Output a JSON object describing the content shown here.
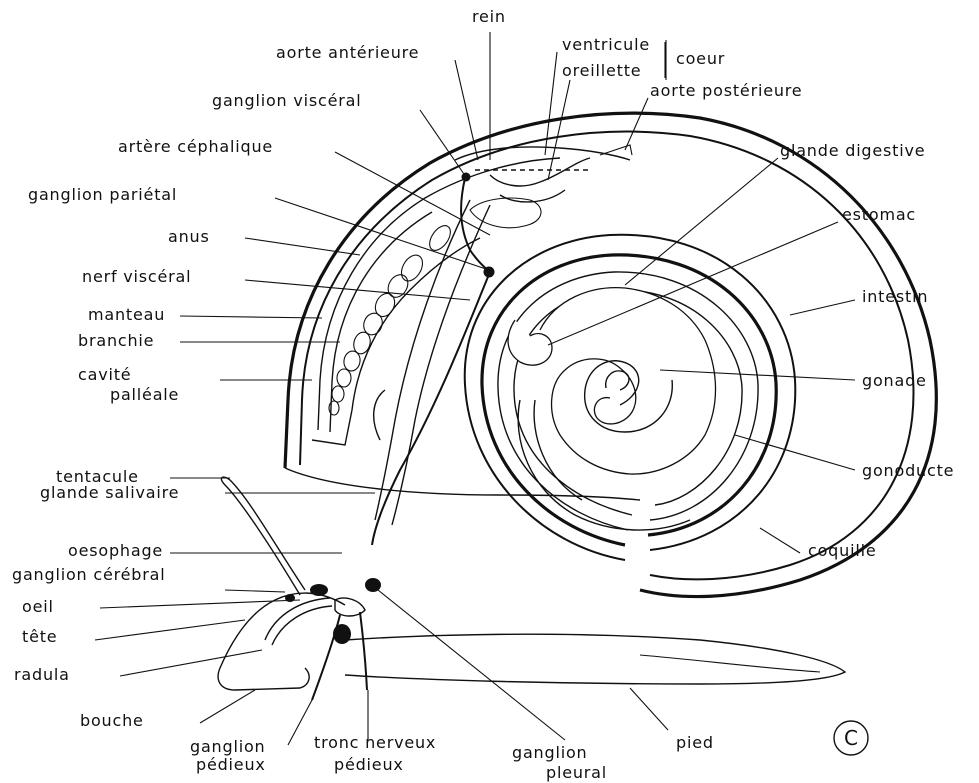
{
  "labels": {
    "rein": "rein",
    "aorte_anterieure": "aorte antérieure",
    "ventricule": "ventricule",
    "oreillette": "oreillette",
    "coeur": "coeur",
    "aorte_posterieure": "aorte postérieure",
    "ganglion_visceral": "ganglion viscéral",
    "artere_cephalique": "artère céphalique",
    "glande_digestive": "glande digestive",
    "ganglion_parietal": "ganglion pariétal",
    "estomac": "estomac",
    "anus": "anus",
    "nerf_visceral": "nerf viscéral",
    "intestin": "intestin",
    "manteau": "manteau",
    "branchie": "branchie",
    "cavite": "cavité",
    "palleale": "palléale",
    "gonade": "gonade",
    "gonoducte": "gonoducte",
    "tentacule": "tentacule",
    "glande_salivaire": "glande salivaire",
    "oesophage": "oesophage",
    "ganglion_cerebral": "ganglion cérébral",
    "coquille": "coquille",
    "oeil": "oeil",
    "tete": "tête",
    "radula": "radula",
    "bouche": "bouche",
    "pied": "pied",
    "ganglion_pedieux_1": "ganglion",
    "ganglion_pedieux_2": "pédieux",
    "tronc_1": "tronc nerveux",
    "tronc_2": "pédieux",
    "ganglion_pleural_1": "ganglion",
    "ganglion_pleural_2": "pleural",
    "panel_letter": "C"
  }
}
